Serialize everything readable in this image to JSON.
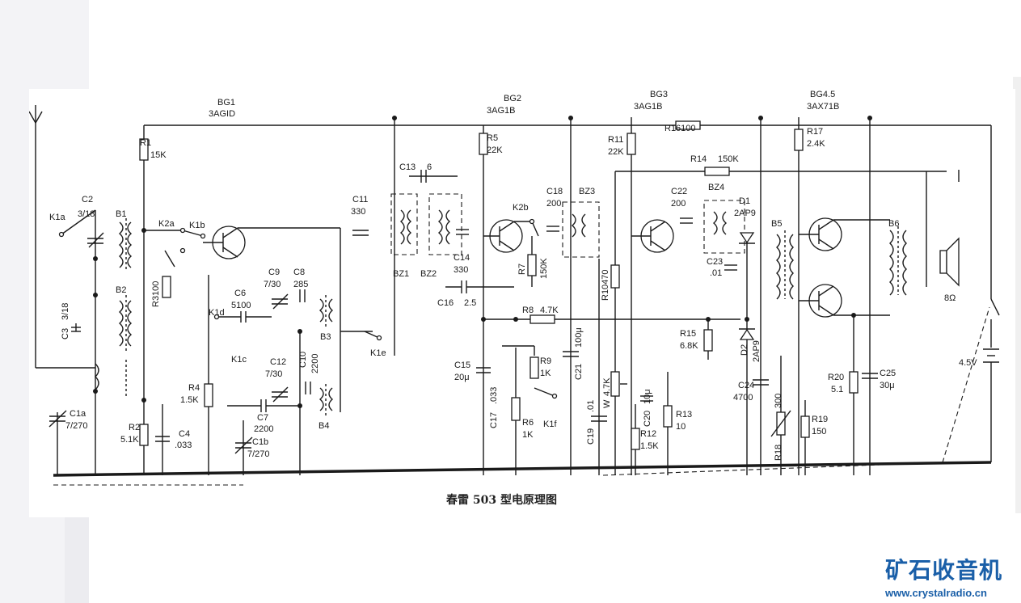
{
  "caption": "春雷 503 型电原理图",
  "watermark": {
    "name": "矿石收音机",
    "url": "www.crystalradio.cn"
  },
  "transistors": [
    {
      "id": "BG1",
      "name": "BG1",
      "type": "3AGID"
    },
    {
      "id": "BG2",
      "name": "BG2",
      "type": "3AG1B"
    },
    {
      "id": "BG3",
      "name": "BG3",
      "type": "3AG1B"
    },
    {
      "id": "BG45",
      "name": "BG4.5",
      "type": "3AX71B"
    }
  ],
  "labels": {
    "c2": "C2",
    "c2v": "3/18",
    "k1a": "K1a",
    "b1": "B1",
    "b2": "B2",
    "c3": "C3",
    "c3v": "3/18",
    "c1a": "C1a",
    "c1av": "7/270",
    "r1": "R1",
    "r1v": "15K",
    "k2a": "K2a",
    "k1b": "K1b",
    "r3": "R3100",
    "r2": "R2",
    "r2v": "5.1K",
    "c4": "C4",
    "c4v": ".033",
    "r4": "R4",
    "r4v": "1.5K",
    "c6": "C6",
    "c6v": "5100",
    "k1d": "K1d",
    "c9": "C9",
    "c9v": "7/30",
    "c8": "C8",
    "c8v": "285",
    "b3": "B3",
    "k1c": "K1c",
    "c12": "C12",
    "c12v": "7/30",
    "c10": "C10",
    "c10v": "2200",
    "c7": "C7",
    "c7v": "2200",
    "c1b": "C1b",
    "c1bv": "7/270",
    "b4": "B4",
    "k1e": "K1e",
    "c11": "C11",
    "c11v": "330",
    "c13": "C13",
    "c13v": "6",
    "bz1": "BZ1",
    "bz2": "BZ2",
    "c14": "C14",
    "c14v": "330",
    "c16": "C16",
    "c16v": "2.5",
    "r5": "R5",
    "r5v": "22K",
    "k2b": "K2b",
    "c18": "C18",
    "c18v": "200",
    "bz3": "BZ3",
    "r7": "R7",
    "r7v": "150K",
    "r8": "R8",
    "r8v": "4.7K",
    "c15": "C15",
    "c15v": "20μ",
    "c17": "C17",
    "c17v": ".033",
    "r9": "R9",
    "r9v": "1K",
    "r6": "R6",
    "r6v": "1K",
    "k1f": "K1f",
    "c21": "C21",
    "c21v": "100μ",
    "c19": "C19",
    "c19v": ".01",
    "r11": "R11",
    "r11v": "22K",
    "r16": "R16100",
    "r14": "R14",
    "r14v": "150K",
    "c22": "C22",
    "c22v": "200",
    "bz4": "BZ4",
    "d1": "D1",
    "d1v": "2AP9",
    "c23": "C23",
    "c23v": ".01",
    "r10": "R10470",
    "r15": "R15",
    "r15v": "6.8K",
    "d2": "D2",
    "d2v": "2AP9",
    "w": "W",
    "wv": "4.7K",
    "c20": "C20",
    "c20v": "10μ",
    "r13": "R13",
    "r13v": "10",
    "r12": "R12",
    "r12v": "1.5K",
    "c24": "C24",
    "c24v": "4700",
    "r17": "R17",
    "r17v": "2.4K",
    "b5": "B5",
    "b6": "B6",
    "spk": "8Ω",
    "r18": "R18",
    "r18v": "300",
    "r19": "R19",
    "r19v": "150",
    "r20": "R20",
    "r20v": "5.1",
    "c25": "C25",
    "c25v": "30μ",
    "bat": "4.5V"
  }
}
